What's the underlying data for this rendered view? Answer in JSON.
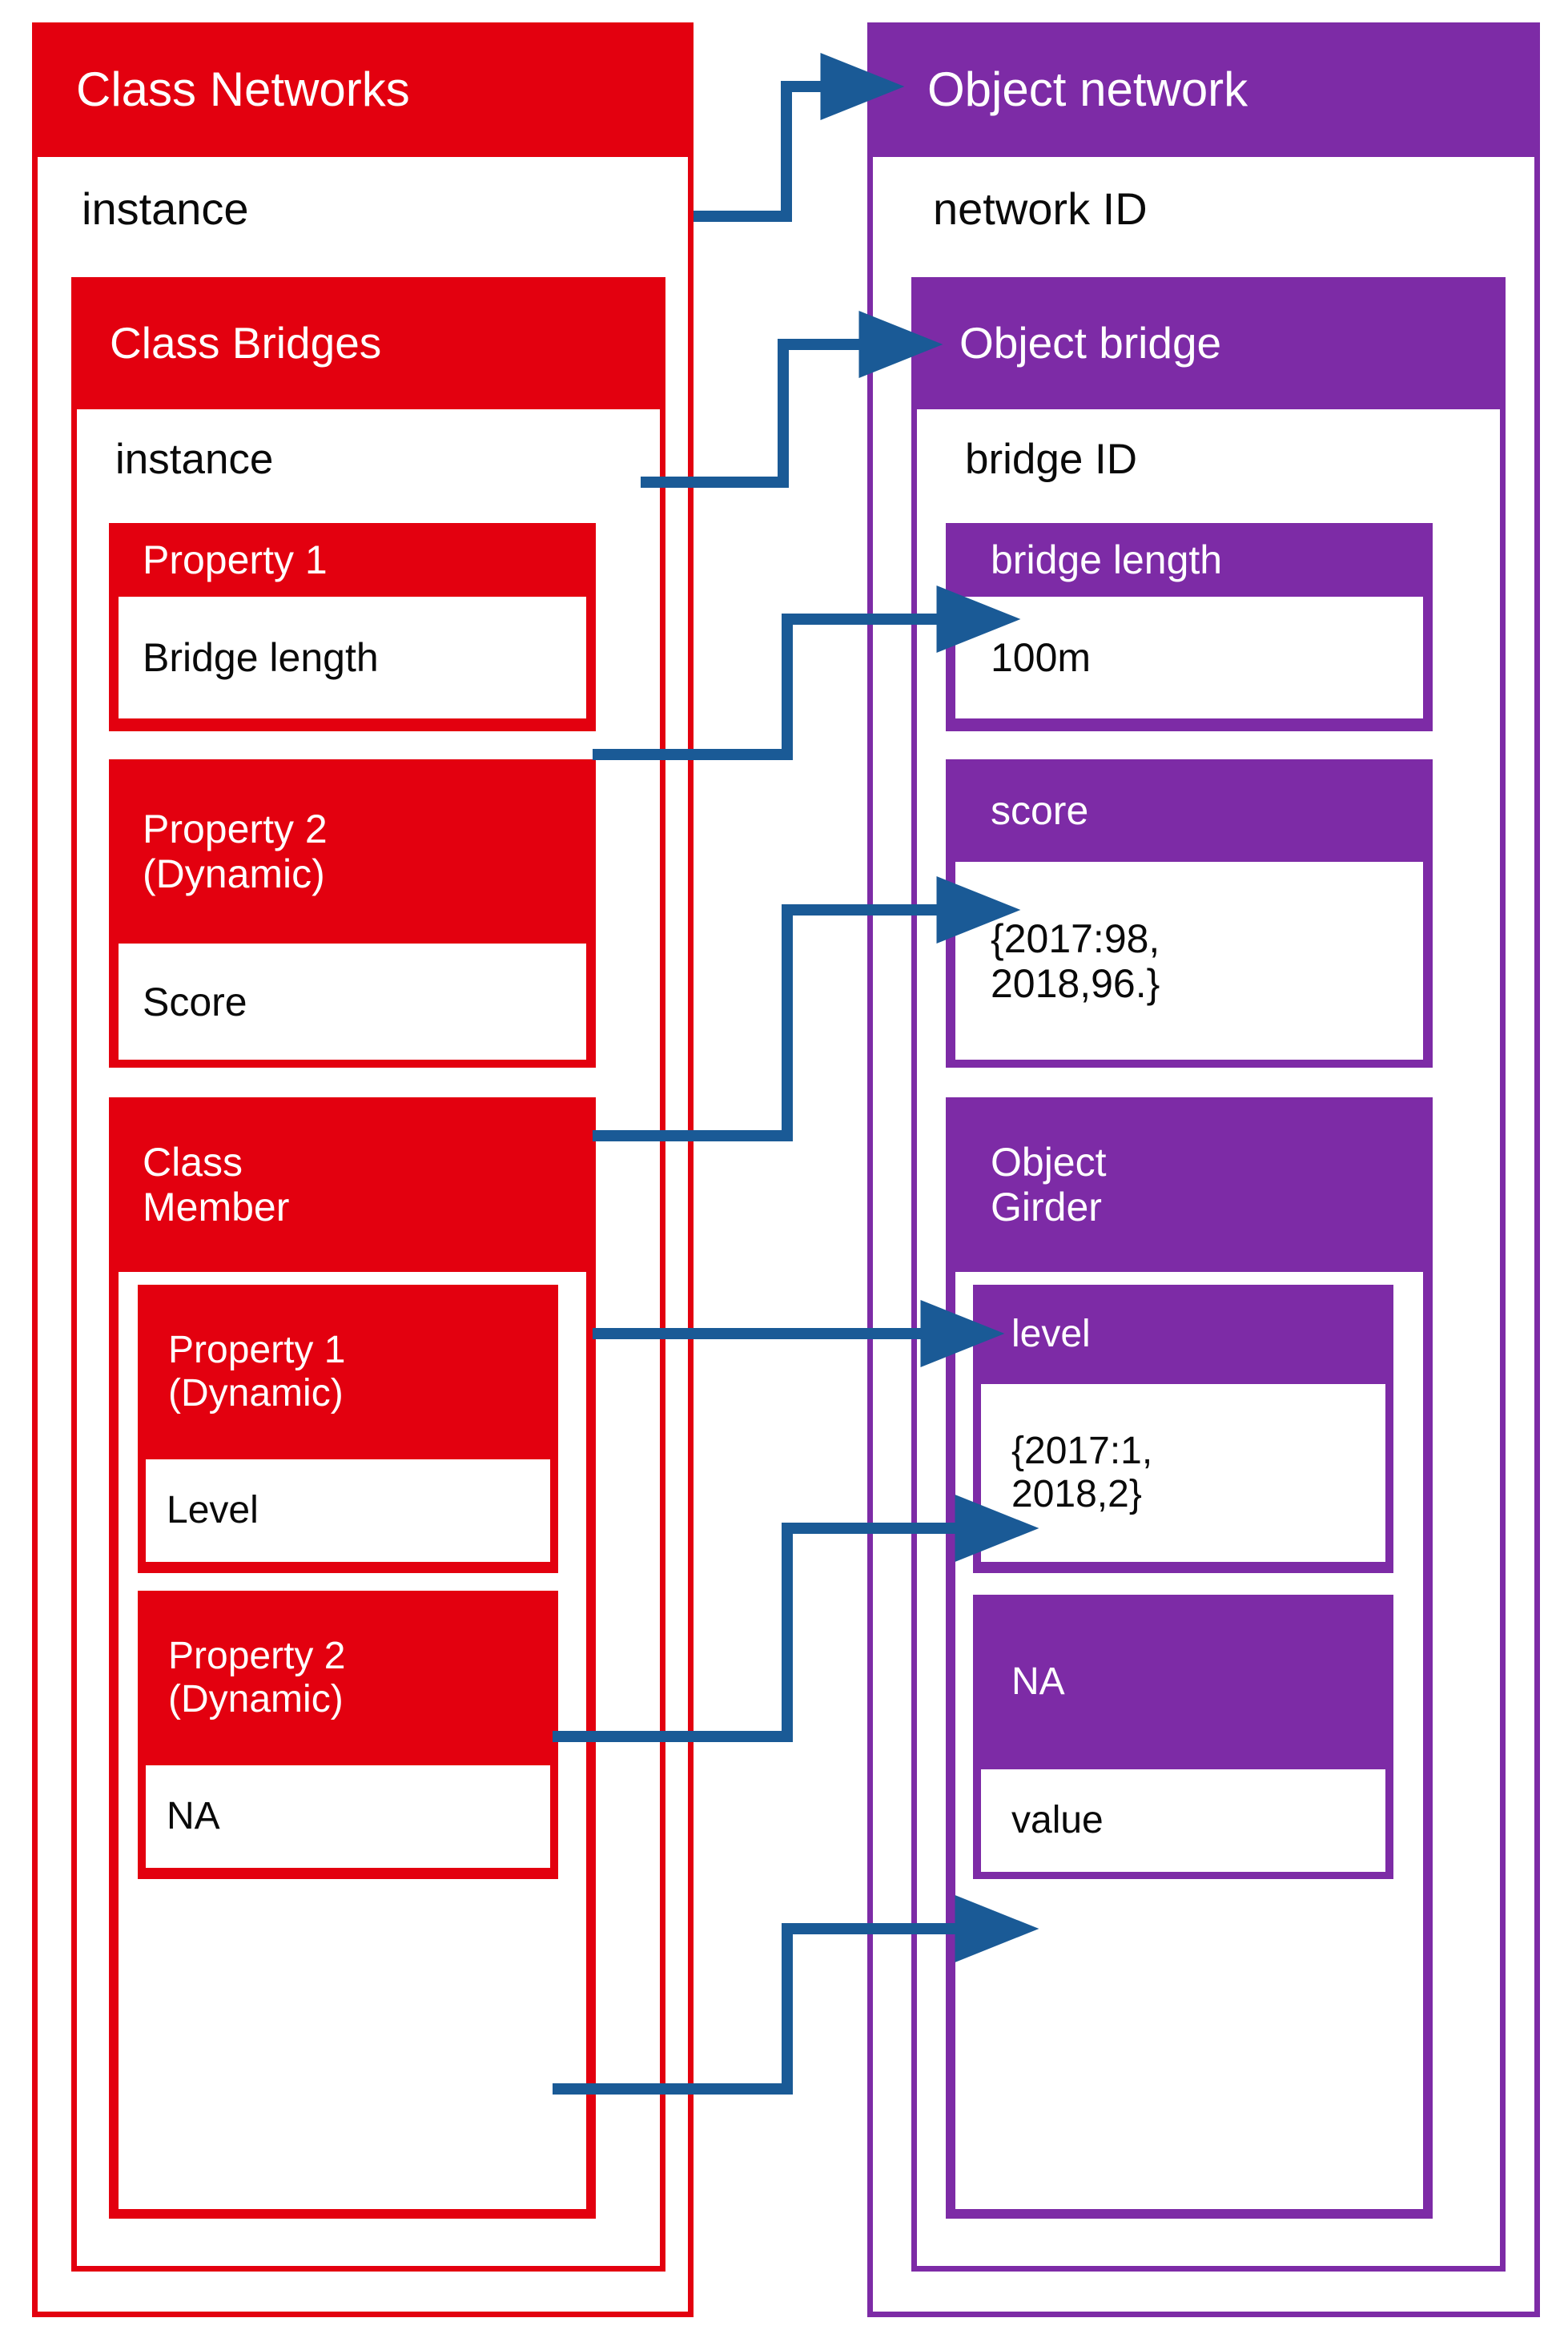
{
  "diagram": {
    "title_left": "Class Networks",
    "title_right": "Object network",
    "accent_class_color": "#E3000F",
    "accent_object_color": "#7D2BA6",
    "connector_color": "#1A5A96"
  },
  "class_side": {
    "networks": {
      "header": "Class Networks",
      "instance": "instance"
    },
    "bridges": {
      "header": "Class Bridges",
      "instance": "instance",
      "property1": {
        "header": "Property 1",
        "value": "Bridge length"
      },
      "property2": {
        "header": "Property 2\n(Dynamic)",
        "value": "Score"
      }
    },
    "member": {
      "header": "Class\nMember",
      "property1": {
        "header": "Property 1\n(Dynamic)",
        "value": "Level"
      },
      "property2": {
        "header": "Property 2\n(Dynamic)",
        "value": "NA"
      }
    }
  },
  "object_side": {
    "network": {
      "header": "Object network",
      "id": "network ID"
    },
    "bridge": {
      "header": "Object bridge",
      "id": "bridge ID",
      "attribute1": {
        "header": "bridge length",
        "value": "100m"
      },
      "attribute2": {
        "header": "score",
        "value": "{2017:98,\n 2018,96.}"
      }
    },
    "girder": {
      "header": "Object\nGirder",
      "attribute1": {
        "header": "level",
        "value": "{2017:1,\n 2018,2}"
      },
      "attribute2": {
        "header": "NA",
        "value": "value"
      }
    }
  },
  "connectors": [
    {
      "name": "instance-to-object-network",
      "from": "instance",
      "to": "Object network"
    },
    {
      "name": "bridges-instance-to-object-bridge",
      "from": "instance",
      "to": "Object bridge"
    },
    {
      "name": "bridge-length-to-bridge-length",
      "from": "Bridge length",
      "to": "bridge length"
    },
    {
      "name": "score-to-score",
      "from": "Score",
      "to": "score"
    },
    {
      "name": "class-member-to-object-girder",
      "from": "Class Member",
      "to": "Object Girder"
    },
    {
      "name": "level-to-level",
      "from": "Level",
      "to": "level"
    },
    {
      "name": "na-to-na",
      "from": "NA",
      "to": "NA"
    }
  ]
}
